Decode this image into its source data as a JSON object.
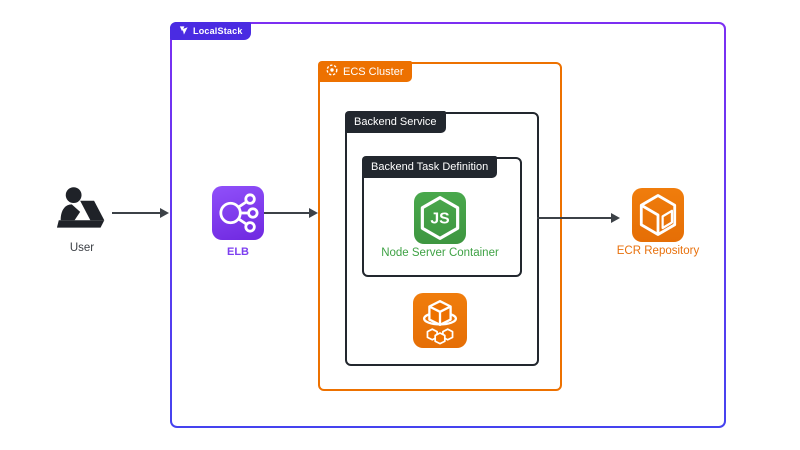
{
  "page": {
    "background": "#ffffff",
    "kind": "architecture-diagram"
  },
  "groups": {
    "localstack": {
      "label": "LocalStack",
      "icon": "localstack-logo-icon",
      "badge_bg": "#4A2BE2",
      "border_gradient_top": "#7C2FF2",
      "border_gradient_bottom": "#4543EF"
    },
    "ecs_cluster": {
      "label": "ECS Cluster",
      "icon": "ecs-cluster-icon",
      "color": "#ED7100"
    },
    "backend_service": {
      "label": "Backend Service",
      "color": "#22272E"
    },
    "backend_task_definition": {
      "label": "Backend Task Definition",
      "color": "#22272E"
    }
  },
  "actors": {
    "user": {
      "label": "User",
      "icon": "user-at-laptop-icon",
      "label_color": "#3B3F45"
    }
  },
  "services": {
    "elb": {
      "label": "ELB",
      "icon": "load-balancer-icon",
      "icon_bg": "#7E3BF2",
      "label_color": "#7D3FF0"
    },
    "node_container": {
      "label": "Node Server Container",
      "icon": "nodejs-icon",
      "icon_bg": "#43A047",
      "label_color": "#3FA245"
    },
    "ecs_service": {
      "icon": "ecs-containers-icon",
      "icon_bg": "#ED7100"
    },
    "ecr": {
      "label": "ECR Repository",
      "icon": "ecr-cube-icon",
      "icon_bg": "#ED7100",
      "label_color": "#E8710D"
    }
  },
  "arrows": {
    "color": "#3C4147",
    "count": 3
  }
}
